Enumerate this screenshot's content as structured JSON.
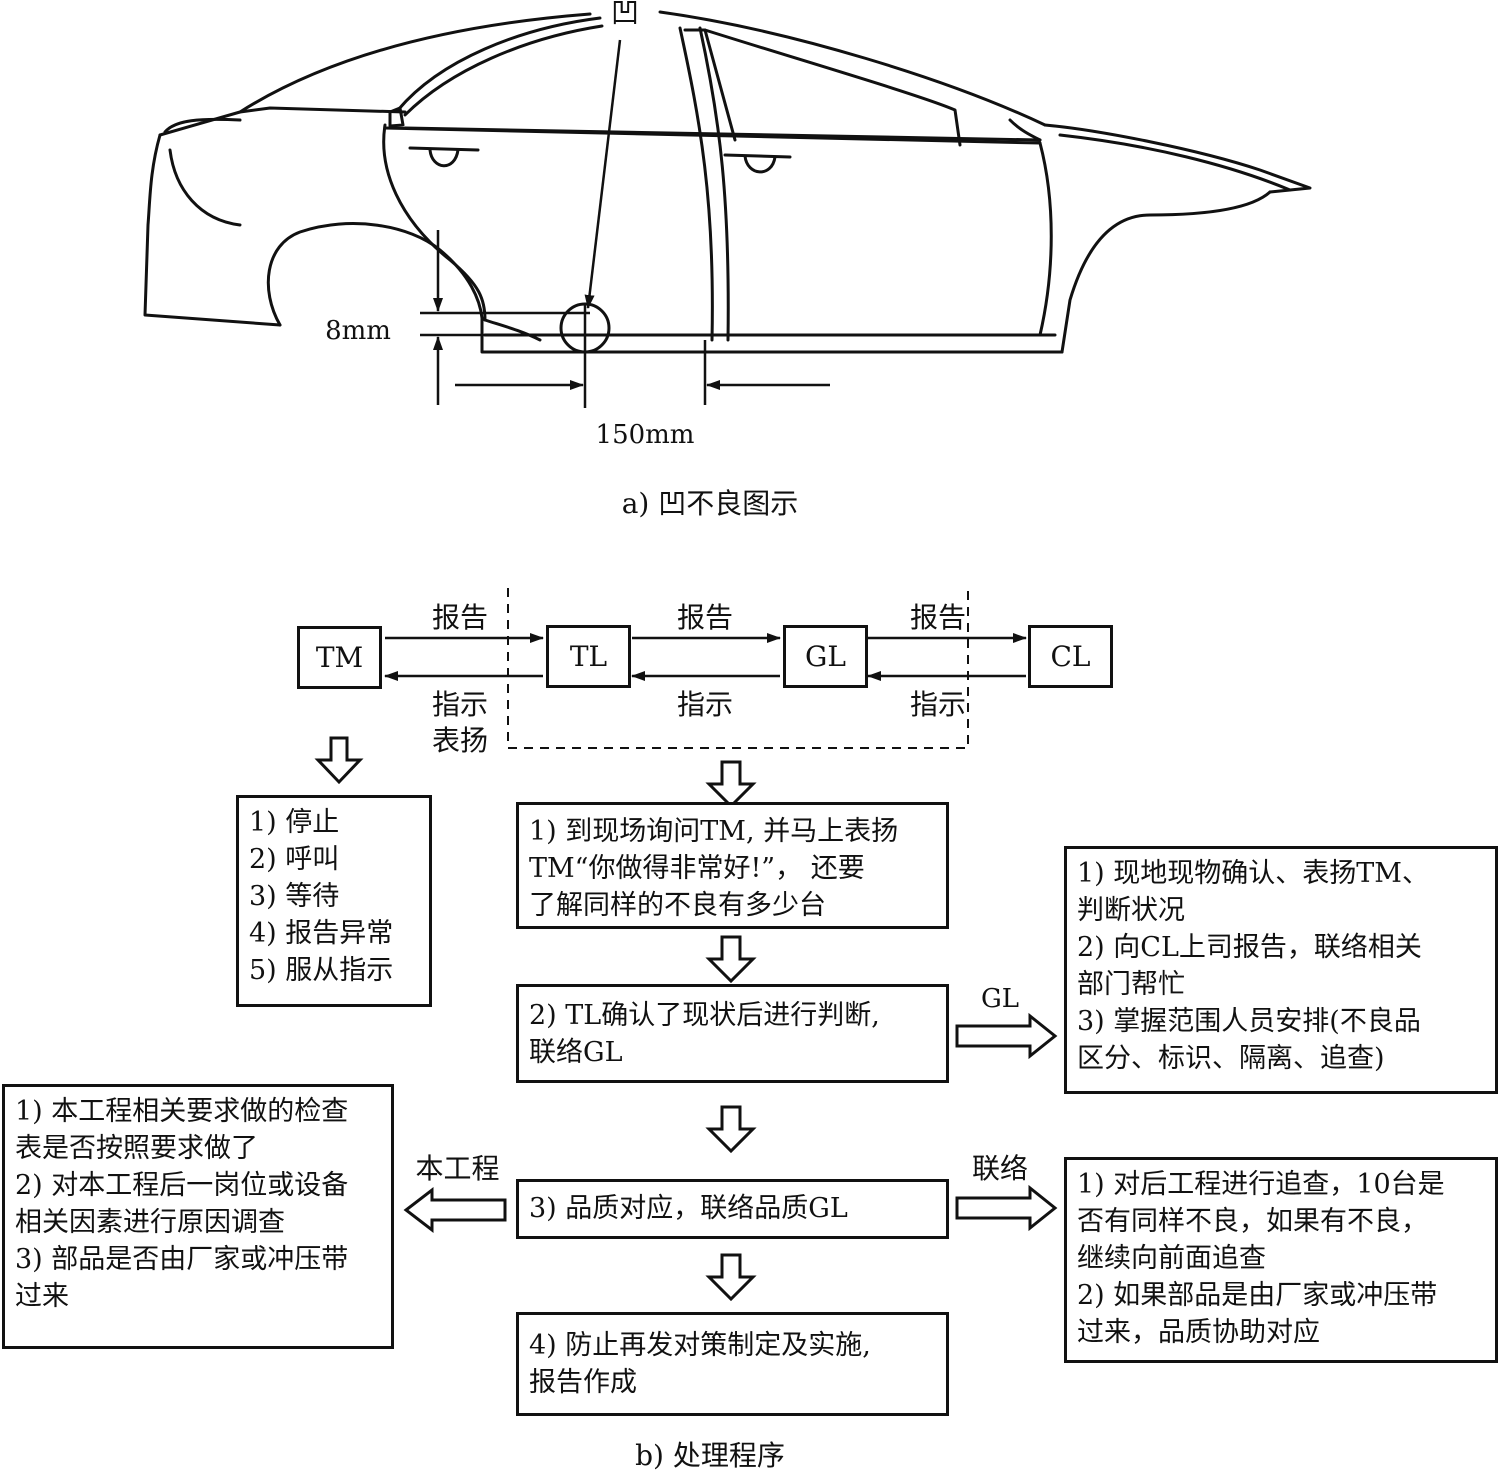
{
  "car": {
    "dent_label": "凹",
    "dim_height": "8mm",
    "dim_width": "150mm",
    "caption": "a) 凹不良图示"
  },
  "flow": {
    "caption": "b) 处理程序",
    "nodes": {
      "tm": "TM",
      "tl": "TL",
      "gl": "GL",
      "cl": "CL"
    },
    "report_label": "报告",
    "instruct_label": "指示",
    "praise_label": "表扬",
    "tm_actions": [
      "1) 停止",
      "2) 呼叫",
      "3) 等待",
      "4) 报告异常",
      "5) 服从指示"
    ],
    "step1": "1) 到现场询问TM, 并马上表扬\nTM“你做得非常好!”， 还要\n了解同样的不良有多少台",
    "step2": "2) TL确认了现状后进行判断,\n联络GL",
    "step3": "3) 品质对应，联络品质GL",
    "step4": "4) 防止再发对策制定及实施,\n报告作成",
    "gl_arrow_label": "GL",
    "gl_actions": "1) 现地现物确认、表扬TM、\n判断状况\n2) 向CL上司报告，联络相关\n部门帮忙\n3) 掌握范围人员安排(不良品\n区分、标识、隔离、追查)",
    "left_arrow_label": "本工程",
    "left_actions": "1) 本工程相关要求做的检查\n表是否按照要求做了\n2) 对本工程后一岗位或设备\n相关因素进行原因调查\n3) 部品是否由厂家或冲压带\n过来",
    "right_arrow_label": "联络",
    "right_actions": "1) 对后工程进行追查，10台是\n否有同样不良，如果有不良，\n继续向前面追查\n2) 如果部品是由厂家或冲压带\n过来，品质协助对应"
  }
}
